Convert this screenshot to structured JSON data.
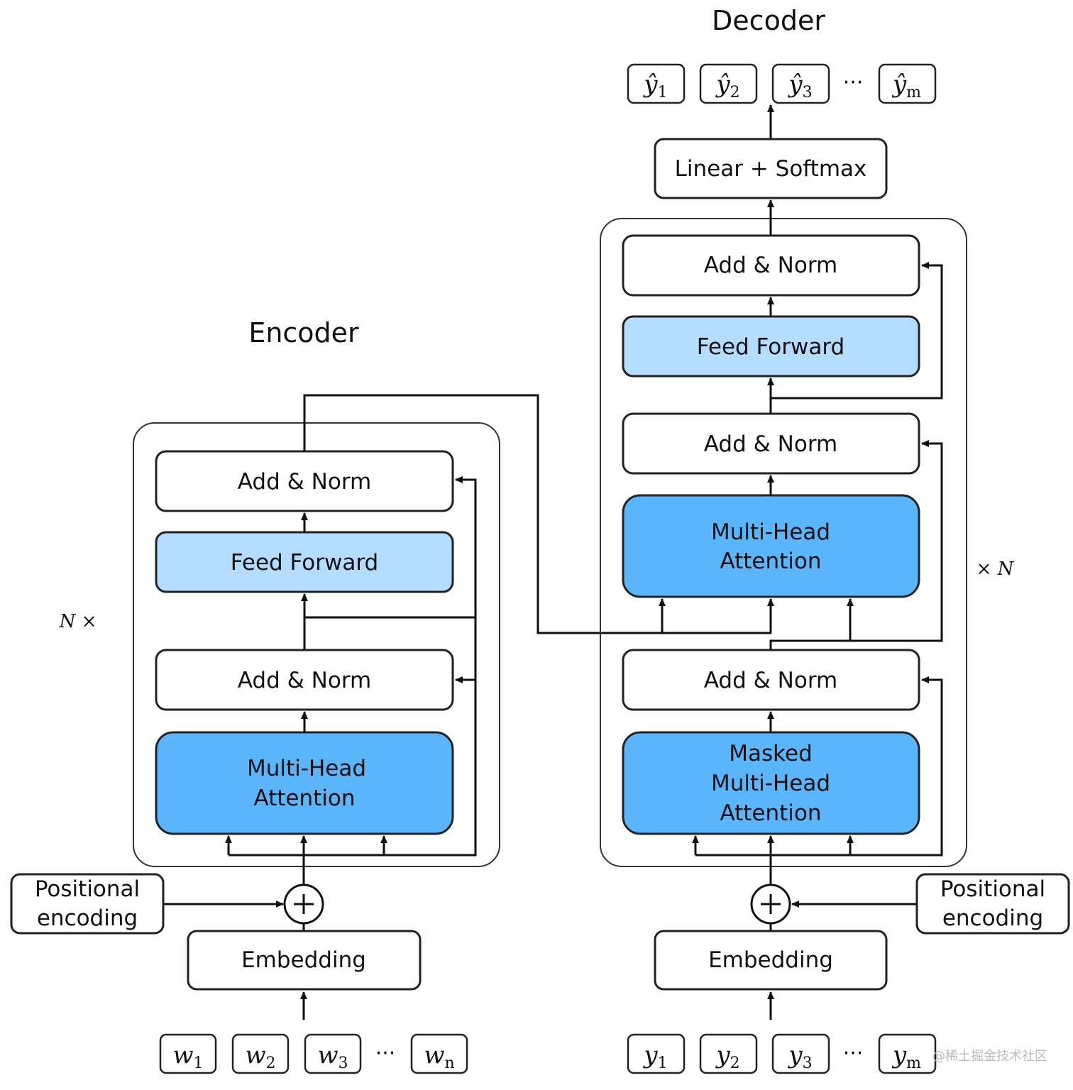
{
  "encoder": {
    "title": "Encoder",
    "repeat": "N ×",
    "add_norm_top": "Add & Norm",
    "feed_forward": "Feed Forward",
    "add_norm_bottom": "Add & Norm",
    "mha_line1": "Multi-Head",
    "mha_line2": "Attention",
    "pos_line1": "Positional",
    "pos_line2": "encoding",
    "embedding": "Embedding",
    "inputs": [
      {
        "base": "w",
        "sub": "1"
      },
      {
        "base": "w",
        "sub": "2"
      },
      {
        "base": "w",
        "sub": "3"
      },
      {
        "base": "w",
        "sub": "n"
      }
    ],
    "ellipsis": "···"
  },
  "decoder": {
    "title": "Decoder",
    "repeat": "× N",
    "linear_softmax": "Linear + Softmax",
    "add_norm_top": "Add & Norm",
    "feed_forward": "Feed Forward",
    "add_norm_mid": "Add & Norm",
    "mha_line1": "Multi-Head",
    "mha_line2": "Attention",
    "add_norm_bottom": "Add & Norm",
    "masked_line1": "Masked",
    "masked_line2": "Multi-Head",
    "masked_line3": "Attention",
    "pos_line1": "Positional",
    "pos_line2": "encoding",
    "embedding": "Embedding",
    "outputs": [
      {
        "base": "ŷ",
        "sub": "1"
      },
      {
        "base": "ŷ",
        "sub": "2"
      },
      {
        "base": "ŷ",
        "sub": "3"
      },
      {
        "base": "ŷ",
        "sub": "m"
      }
    ],
    "inputs": [
      {
        "base": "y",
        "sub": "1"
      },
      {
        "base": "y",
        "sub": "2"
      },
      {
        "base": "y",
        "sub": "3"
      },
      {
        "base": "y",
        "sub": "m"
      }
    ],
    "ellipsis": "···"
  },
  "plus_symbol": "+",
  "watermark": "@稀土掘金技术社区",
  "colors": {
    "attention": "#5bb5fb",
    "feed_forward": "#b3dcff",
    "box": "#ffffff",
    "stroke": "#222222"
  }
}
